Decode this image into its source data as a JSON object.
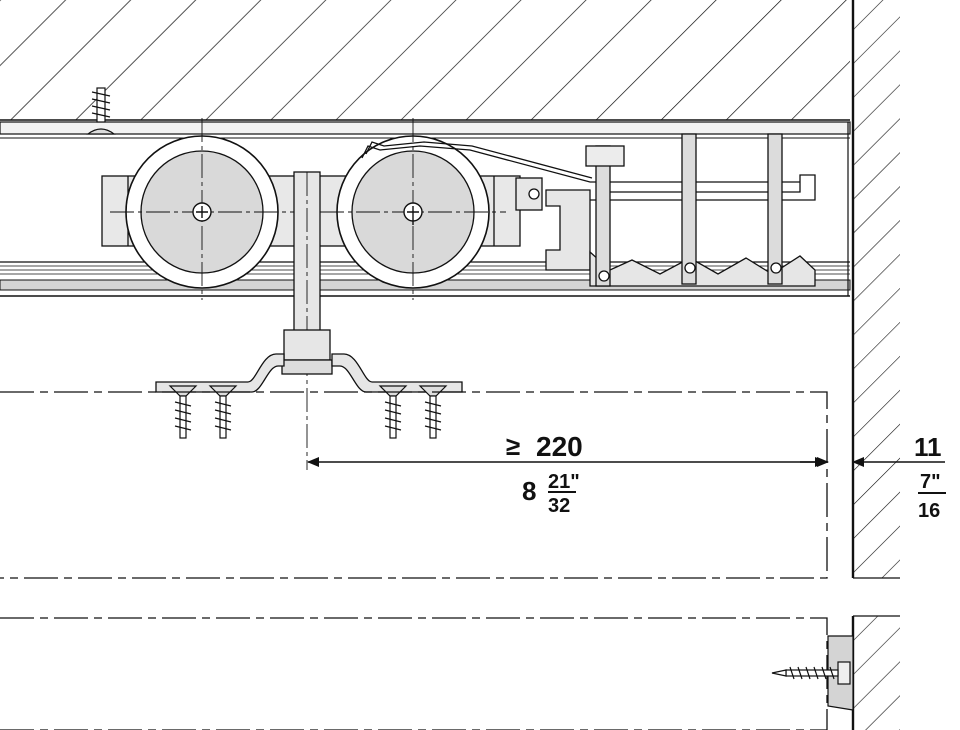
{
  "dimensions": {
    "min_distance": {
      "symbol": "≥",
      "value": "220",
      "imperial_whole": "8",
      "imperial_num": "21\"",
      "imperial_den": "32"
    },
    "wall_gap": {
      "value": "11",
      "imperial_num": "7\"",
      "imperial_den": "16"
    }
  },
  "colors": {
    "line": "#111111",
    "wheel_fill": "#d9d9d9",
    "part_fill": "#e6e6e6",
    "rail_fill": "#cfcfcf"
  }
}
